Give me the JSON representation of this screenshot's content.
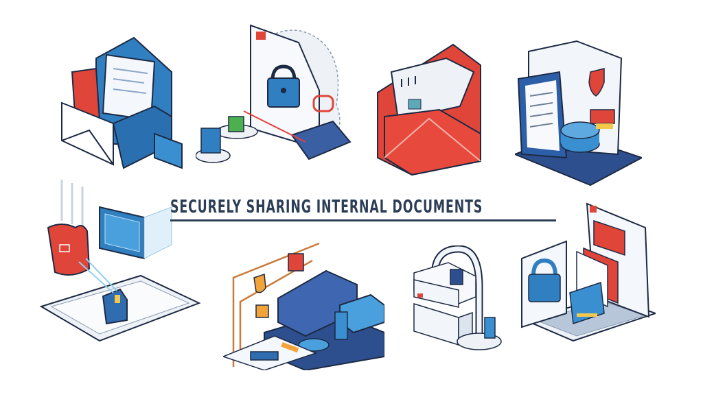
{
  "title": "SECURELY SHARING INTERNAL DOCUMENTS",
  "colors": {
    "title": "#2c3e56",
    "blue": "#2f7fc1",
    "dark_blue": "#2d4f8e",
    "red": "#e0453a",
    "outline": "#1d2a44",
    "light": "#eef2f7",
    "orange": "#f2a43a"
  },
  "illustrations": [
    {
      "id": "open-blue-envelope",
      "icon": "envelope-icon"
    },
    {
      "id": "locked-document-cloud",
      "icon": "lock-icon"
    },
    {
      "id": "red-envelope-document",
      "icon": "envelope-icon"
    },
    {
      "id": "document-server-shield",
      "icon": "shield-icon"
    },
    {
      "id": "encrypted-tablet-transfer",
      "icon": "tablet-icon"
    },
    {
      "id": "secure-network-devices",
      "icon": "network-icon"
    },
    {
      "id": "padlock-server",
      "icon": "padlock-icon"
    },
    {
      "id": "laptop-locked-files",
      "icon": "laptop-icon"
    }
  ]
}
